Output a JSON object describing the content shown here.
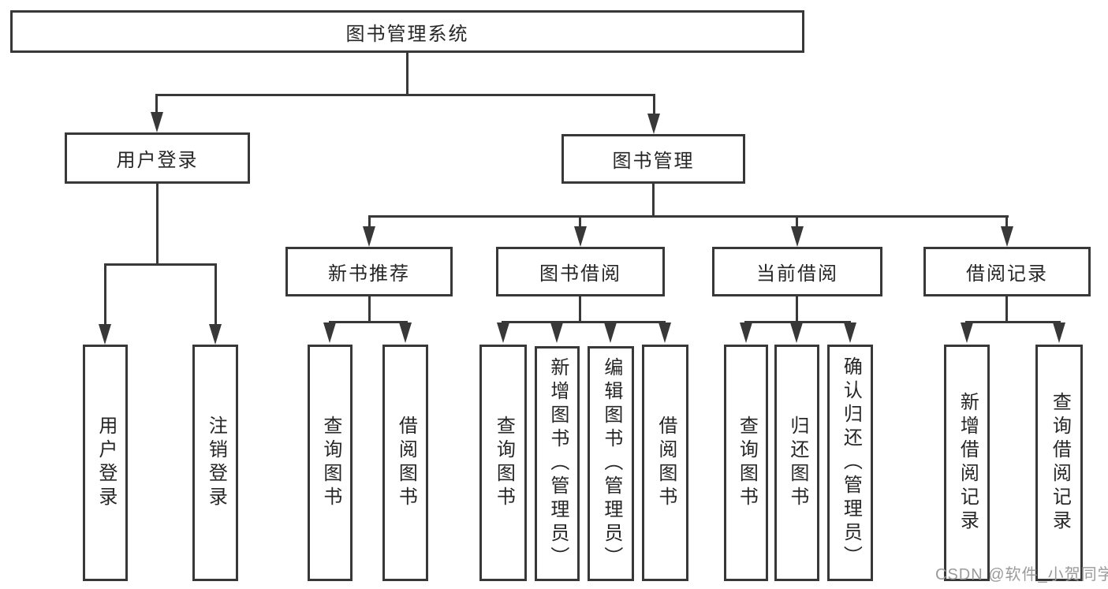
{
  "diagram": {
    "root": {
      "label": "图书管理系统"
    },
    "branches": [
      {
        "label": "用户登录",
        "children": [
          {
            "label": "用户登录"
          },
          {
            "label": "注销登录"
          }
        ]
      },
      {
        "label": "图书管理",
        "children": [
          {
            "label": "新书推荐",
            "children": [
              {
                "label": "查询图书"
              },
              {
                "label": "借阅图书"
              }
            ]
          },
          {
            "label": "图书借阅",
            "children": [
              {
                "label": "查询图书"
              },
              {
                "label": "新增图书（管理员）"
              },
              {
                "label": "编辑图书（管理员）"
              },
              {
                "label": "借阅图书"
              }
            ]
          },
          {
            "label": "当前借阅",
            "children": [
              {
                "label": "查询图书"
              },
              {
                "label": "归还图书"
              },
              {
                "label": "确认归还（管理员）"
              }
            ]
          },
          {
            "label": "借阅记录",
            "children": [
              {
                "label": "新增借阅记录"
              },
              {
                "label": "查询借阅记录"
              }
            ]
          }
        ]
      }
    ]
  },
  "watermark": {
    "text": "CSDN @软件_小贺同学"
  },
  "colors": {
    "line": "#383838",
    "box_border": "#383838",
    "box_fill": "#ffffff",
    "text": "#262626",
    "watermark": "#9b9b9b",
    "background": "#ffffff"
  }
}
